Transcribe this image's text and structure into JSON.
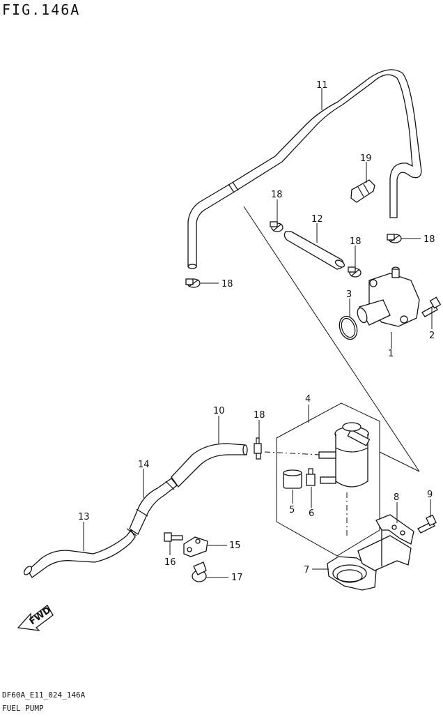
{
  "header": {
    "title": "FIG.146A"
  },
  "footer": {
    "model_code": "DF60A_E11_024_146A",
    "section": "FUEL PUMP"
  },
  "callouts": [
    "1",
    "2",
    "3",
    "4",
    "5",
    "6",
    "7",
    "8",
    "9",
    "10",
    "11",
    "12",
    "13",
    "14",
    "15",
    "16",
    "17",
    "18",
    "19"
  ],
  "fwd_label": "FWD"
}
